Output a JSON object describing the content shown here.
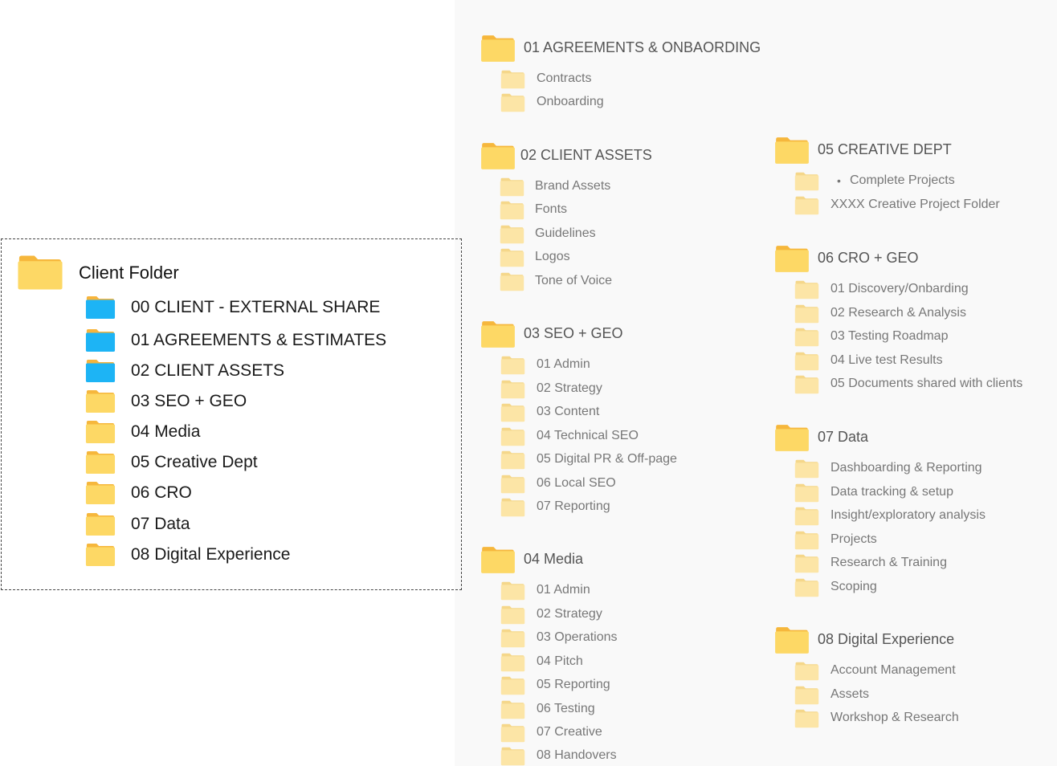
{
  "colors": {
    "folder_yellow": "#FDD865",
    "folder_yellow_tab": "#F6B73C",
    "folder_pale": "#FCE5A6",
    "folder_pale_tab": "#F5D78A",
    "folder_blue": "#1DB4F5",
    "folder_blue_tab": "#F7B43C"
  },
  "client_folder": {
    "title": "Client Folder",
    "items": [
      {
        "label": "00 CLIENT - EXTERNAL SHARE",
        "icon": "folder-blue-icon"
      },
      {
        "label": "01 AGREEMENTS & ESTIMATES",
        "icon": "folder-blue-icon"
      },
      {
        "label": "02 CLIENT ASSETS",
        "icon": "folder-blue-icon"
      },
      {
        "label": "03 SEO + GEO",
        "icon": "folder-yellow-icon"
      },
      {
        "label": "04 Media",
        "icon": "folder-yellow-icon"
      },
      {
        "label": "05 Creative Dept",
        "icon": "folder-yellow-icon"
      },
      {
        "label": "06 CRO",
        "icon": "folder-yellow-icon"
      },
      {
        "label": "07 Data",
        "icon": "folder-yellow-icon"
      },
      {
        "label": "08 Digital Experience",
        "icon": "folder-yellow-icon"
      }
    ]
  },
  "sections": [
    {
      "title": "01 AGREEMENTS & ONBAORDING",
      "items": [
        "Contracts",
        "Onboarding"
      ]
    },
    {
      "title": "02 CLIENT ASSETS",
      "items": [
        "Brand Assets",
        "Fonts",
        "Guidelines",
        "Logos",
        "Tone of Voice"
      ]
    },
    {
      "title": "03 SEO + GEO",
      "items": [
        "01 Admin",
        "02 Strategy",
        "03 Content",
        "04 Technical SEO",
        "05 Digital PR & Off-page",
        "06 Local SEO",
        "07 Reporting"
      ]
    },
    {
      "title": "04 Media",
      "items": [
        "01 Admin",
        "02 Strategy",
        "03 Operations",
        "04 Pitch",
        "05 Reporting",
        "06 Testing",
        "07 Creative",
        "08 Handovers"
      ]
    },
    {
      "title": "05 CREATIVE DEPT",
      "items": [
        "Complete Projects",
        "XXXX Creative Project  Folder"
      ],
      "bullet": "•"
    },
    {
      "title": "06 CRO + GEO",
      "items": [
        "01 Discovery/Onbarding",
        "02 Research & Analysis",
        "03 Testing Roadmap",
        "04 Live test Results",
        "05 Documents shared with clients"
      ]
    },
    {
      "title": "07 Data",
      "items": [
        "Dashboarding & Reporting",
        "Data tracking & setup",
        "Insight/exploratory analysis",
        "Projects",
        "Research & Training",
        "Scoping"
      ]
    },
    {
      "title": "08 Digital Experience",
      "items": [
        "Account Management",
        "Assets",
        "Workshop & Research"
      ]
    }
  ]
}
